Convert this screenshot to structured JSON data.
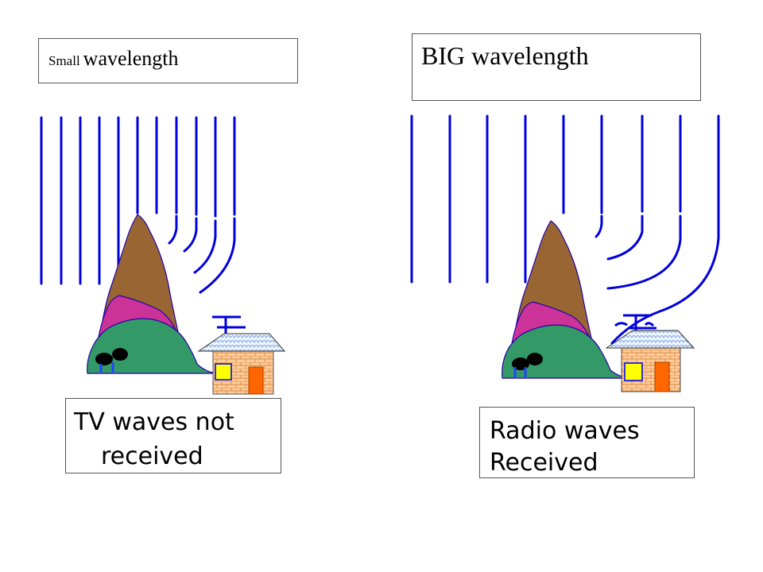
{
  "colors": {
    "wave": "#0000dd",
    "mountain_peak": "#996633",
    "mountain_mid": "#cc3399",
    "mountain_base": "#339966",
    "outline": "#2200aa",
    "house_wall": "#ffcc99",
    "house_door": "#ff6600",
    "house_window": "#ffff00",
    "roof": "#eaf4ff"
  },
  "left_panel": {
    "title_small": "Small",
    "title_rest": "wavelength",
    "caption_line1": "TV waves not",
    "caption_line2": "received"
  },
  "right_panel": {
    "title": "BIG wavelength",
    "caption_line1": "Radio waves",
    "caption_line2": "Received"
  },
  "icons": [
    "mountain-icon",
    "house-icon",
    "antenna-icon",
    "tree-icon"
  ]
}
